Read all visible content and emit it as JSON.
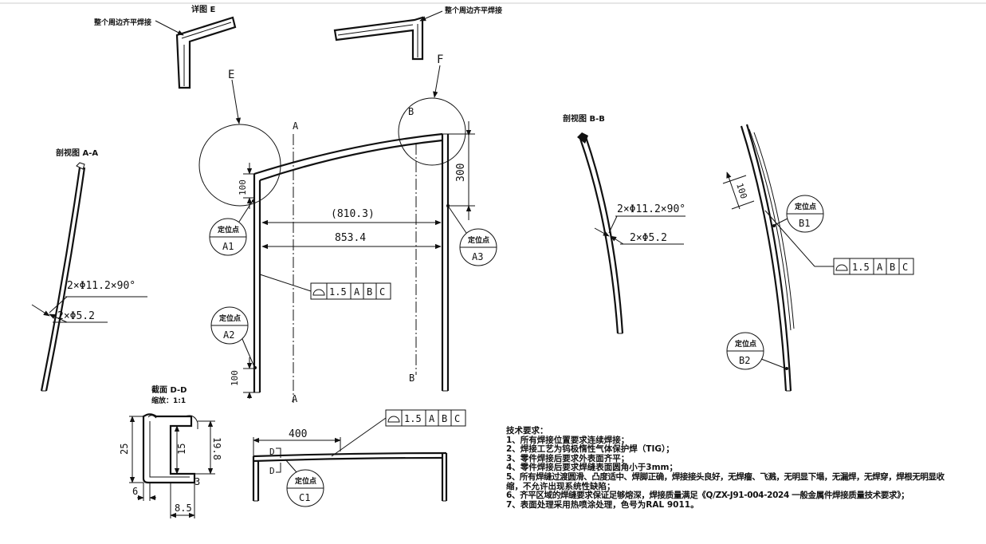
{
  "detail_e": {
    "title": "详图 E",
    "weld_note_left": "整个周边齐平焊接",
    "weld_note_right": "整个周边齐平焊接"
  },
  "callouts": {
    "E": "E",
    "F": "F",
    "B_top": "B",
    "A_top": "A",
    "A_bottom": "A",
    "B_bottom": "B"
  },
  "section_aa": {
    "title": "剖视图 A-A",
    "hole1": "2×Φ11.2×90°",
    "hole2": "2×Φ5.2"
  },
  "section_bb": {
    "title": "剖视图 B-B",
    "hole1": "2×Φ11.2×90°",
    "hole2": "2×Φ5.2",
    "dim100": "100"
  },
  "main_view": {
    "dim_810": "(810.3)",
    "dim_853": "853.4",
    "dim_300": "300",
    "dim_100_top": "100",
    "dim_100_bottom": "100"
  },
  "fcf": {
    "value": "1.5",
    "datums": [
      "A",
      "B",
      "C"
    ]
  },
  "locators": {
    "label": "定位点",
    "A1": "A1",
    "A2": "A2",
    "A3": "A3",
    "B1": "B1",
    "B2": "B2",
    "C1": "C1"
  },
  "section_dd": {
    "title": "截面 D-D",
    "scale": "缩放：1:1",
    "d25": "25",
    "d15": "15",
    "d19_8": "19.8",
    "d6": "6",
    "d3": "3",
    "d8_5": "8.5"
  },
  "bottom_view": {
    "dim400": "400",
    "marker_d": "D"
  },
  "tech_notes": {
    "title": "技术要求：",
    "items": [
      "1、所有焊接位置要求连续焊接；",
      "2、焊接工艺为钨极惰性气体保护焊（TIG）；",
      "3、零件焊接后要求外表面齐平；",
      "4、零件焊接后要求焊缝表面圆角小于3mm；",
      "5、所有焊缝过渡圆滑、凸度适中、焊脚正确，焊接接头良好，无焊瘤、飞溅，无明显下塌，无漏焊，无焊穿，焊根无明显收",
      "缩，不允许出现系统性缺陷；",
      "6、齐平区域的焊缝要求保证足够熔深，焊接质量满足《Q/ZX-J91-004-2024 一般金属件焊接质量技术要求》；",
      "7、表面处理采用热喷涂处理，色号为RAL 9011。"
    ]
  }
}
